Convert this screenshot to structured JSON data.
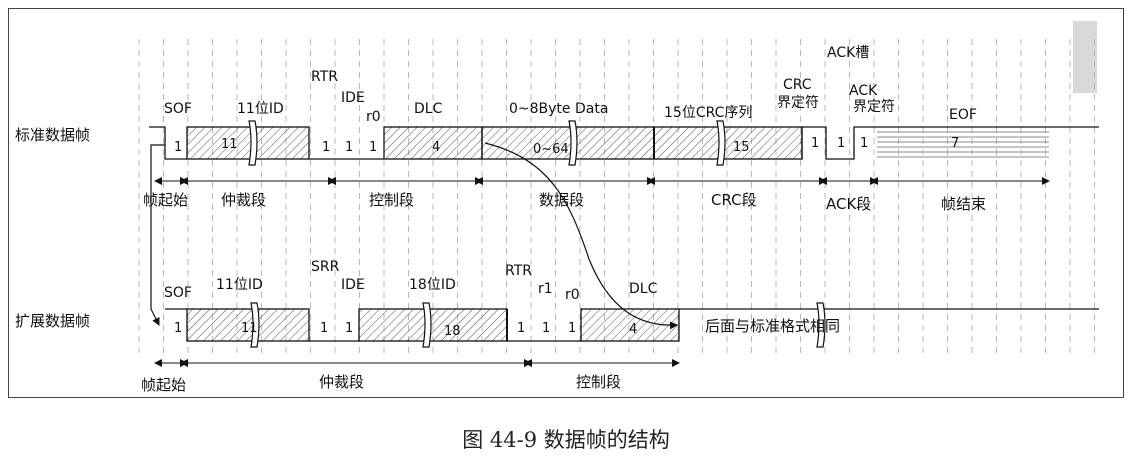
{
  "rows": {
    "standard": "标准数据帧",
    "extended": "扩展数据帧"
  },
  "std_labels": {
    "sof": "SOF",
    "id": "11位ID",
    "rtr": "RTR",
    "ide": "IDE",
    "r0": "r0",
    "dlc": "DLC",
    "data": "0~8Byte Data",
    "crc_seq": "15位CRC序列",
    "crc_delim_1": "CRC",
    "crc_delim_2": "界定符",
    "ack_slot": "ACK槽",
    "ack_delim_1": "ACK",
    "ack_delim_2": "界定符",
    "eof": "EOF"
  },
  "std_values": {
    "sof": "1",
    "id": "11",
    "rtr": "1",
    "ide": "1",
    "r0": "1",
    "dlc": "4",
    "data": "0~64",
    "crc": "15",
    "crc_delim": "1",
    "ack_slot": "1",
    "ack_delim": "1",
    "eof": "7"
  },
  "std_segments": {
    "sof": "帧起始",
    "arb": "仲裁段",
    "ctrl": "控制段",
    "data": "数据段",
    "crc": "CRC段",
    "ack": "ACK段",
    "eof": "帧结束"
  },
  "ext_labels": {
    "sof": "SOF",
    "id11": "11位ID",
    "srr": "SRR",
    "ide": "IDE",
    "id18": "18位ID",
    "rtr": "RTR",
    "r1": "r1",
    "r0": "r0",
    "dlc": "DLC"
  },
  "ext_values": {
    "sof": "1",
    "id11": "11",
    "srr": "1",
    "ide": "1",
    "id18": "18",
    "rtr": "1",
    "r1": "1",
    "r0": "1",
    "dlc": "4"
  },
  "ext_note": "后面与标准格式相同",
  "ext_segments": {
    "sof": "帧起始",
    "arb": "仲裁段",
    "ctrl": "控制段"
  },
  "caption": "图 44-9 数据帧的结构"
}
